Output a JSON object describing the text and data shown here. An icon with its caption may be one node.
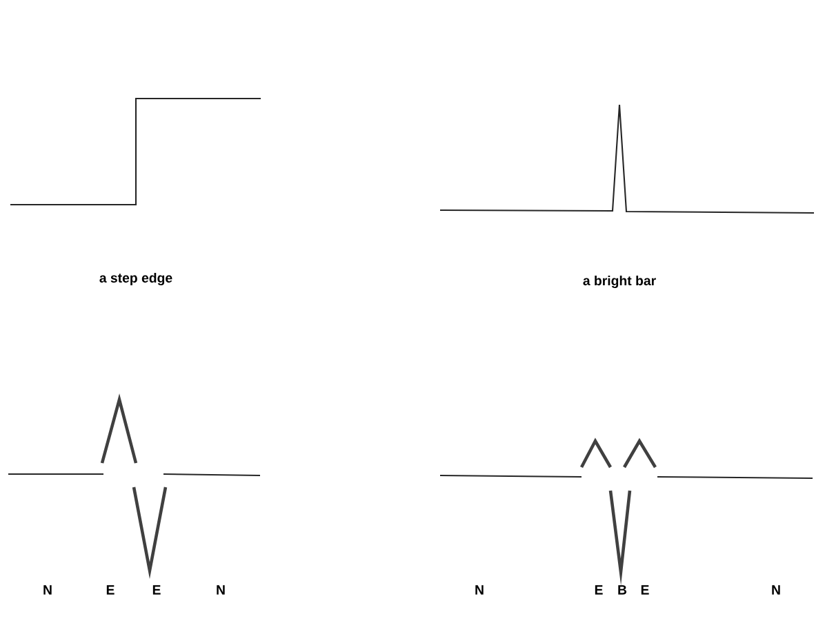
{
  "diagram": {
    "labels": [
      "a step edge",
      "a bright bar",
      "N",
      "E",
      "E",
      "N",
      "N",
      "E",
      "B",
      "E",
      "N"
    ]
  }
}
